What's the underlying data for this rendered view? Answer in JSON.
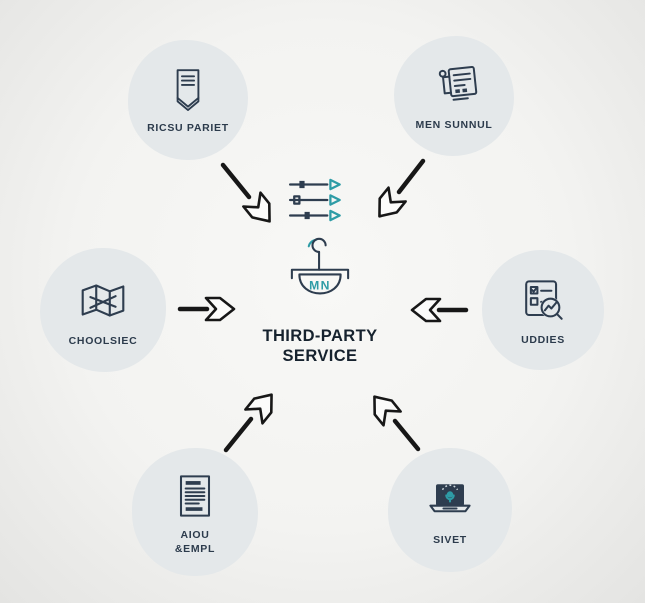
{
  "diagram": {
    "type": "hub-and-spoke",
    "description": "Six source nodes with arrows pointing into a central third-party service hub"
  },
  "center": {
    "title_lines": [
      "THIRD-PARTY",
      "SERVICE"
    ],
    "monogram": "MN",
    "icon": "hook-service-icon",
    "decoration_icon": "flow-filter-icon"
  },
  "nodes": [
    {
      "id": "ricsu-pariet",
      "label": "RICSU PARIET",
      "icon": "badge-icon",
      "position": "top-left"
    },
    {
      "id": "men-sunnul",
      "label": "MEN SUNNUL",
      "icon": "scanner-device-icon",
      "position": "top-right"
    },
    {
      "id": "choolsiec",
      "label": "CHOOLSIEC",
      "icon": "map-icon",
      "position": "middle-left"
    },
    {
      "id": "uddies",
      "label": "UDDIES",
      "icon": "checklist-search-icon",
      "position": "middle-right"
    },
    {
      "id": "aiou-eempl",
      "label_lines": [
        "AIOU",
        "&EMPL"
      ],
      "icon": "document-icon",
      "position": "bottom-left"
    },
    {
      "id": "sivet",
      "label": "SIVET",
      "icon": "laptop-presenter-icon",
      "position": "bottom-right"
    }
  ],
  "arrows": [
    {
      "from": "ricsu-pariet",
      "to": "third-party-service"
    },
    {
      "from": "men-sunnul",
      "to": "third-party-service"
    },
    {
      "from": "choolsiec",
      "to": "third-party-service"
    },
    {
      "from": "uddies",
      "to": "third-party-service"
    },
    {
      "from": "aiou-eempl",
      "to": "third-party-service"
    },
    {
      "from": "sivet",
      "to": "third-party-service"
    }
  ],
  "colors": {
    "background": "#f3f3f1",
    "node_blob": "#e4e8ea",
    "icon_ink": "#2e3d4f",
    "accent_teal": "#2e9ca6",
    "arrow": "#171717",
    "title_text": "#16222e",
    "label_text": "#2c3b4c"
  }
}
